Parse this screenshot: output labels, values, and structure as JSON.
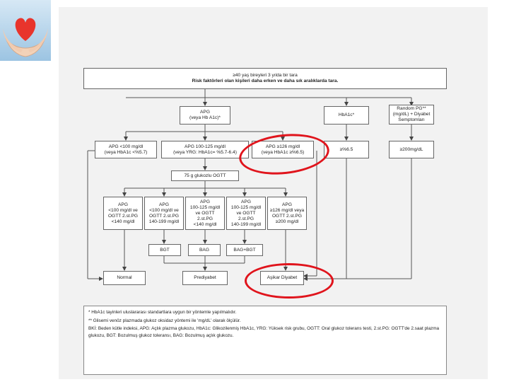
{
  "top": {
    "line1": "≥40 yaş bireyleri 3 yılda bir tara",
    "line2": "Risk faktörleri olan kişileri daha erken ve daha sık aralıklarda tara."
  },
  "apg_box": {
    "line1": "APG",
    "line2": "(veya Hb A1c)*"
  },
  "hba1c_box": "HbA1c*",
  "random_box": {
    "line1": "Random PG**",
    "line2": "(mg/dL) + Diyabet",
    "line3": "Semptomları"
  },
  "row2": {
    "apg_lt100": {
      "line1": "APG <100 mg/dl",
      "line2": "(veya HbA1c <%5.7)"
    },
    "apg_100_125": {
      "line1": "APG 100-125 mg/dl",
      "line2": "(veya YRG: HbA1c= %5.7-6.4)"
    },
    "apg_ge126": {
      "line1": "APG ≥126 mg/dl",
      "line2": "(veya HbA1c ≥%6.5)"
    },
    "hba1c_ge": "≥%6.5",
    "random_ge": "≥200mg/dL"
  },
  "ogtt_box": "75 g glukozlu OGTT",
  "row4": [
    {
      "line1": "APG",
      "line2": "<100 mg/dl ve",
      "line3": "OGTT 2.st.PG",
      "line4": "<140 mg/dl"
    },
    {
      "line1": "APG",
      "line2": "<100 mg/dl ve",
      "line3": "OGTT 2.st.PG",
      "line4": "140-199 mg/dl"
    },
    {
      "line1": "APG",
      "line2": "100-125 mg/dl",
      "line3": "ve OGTT 2.st.PG",
      "line4": "<140 mg/dl"
    },
    {
      "line1": "APG",
      "line2": "100-125 mg/dl",
      "line3": "ve OGTT 2.st.PG",
      "line4": "140-199 mg/dl"
    },
    {
      "line1": "APG",
      "line2": "≥126 mg/dl veya",
      "line3": "OGTT 2.st.PG",
      "line4": "≥200 mg/dl"
    }
  ],
  "row5": {
    "bgt": "BGT",
    "bag": "BAG",
    "bag_bgt": "BAG+BGT"
  },
  "row6": {
    "normal": "Normal",
    "prediyabet": "Prediyabet",
    "asikar": "Aşikar Diyabet"
  },
  "notes": {
    "n1": "* HbA1c tayinleri uluslararası standartlara uygun bir yöntemle yapılmalıdır.",
    "n2": "** Glisemi venöz plazmada glukoz oksidaz yöntemi ile 'mg/dL' olarak ölçülür.",
    "n3": "BKİ: Beden kütle indeksi, APG: Açlık plazma glukozu, HbA1c: Glikozilenmiş HbA1c, YRG: Yüksek risk grubu, OGTT: Oral glukoz tolerans testi, 2.st.PG: OGTT'de 2.saat plazma glukozu, BGT: Bozulmuş glukoz toleransı, BAG: Bozulmuş açlık glukozu."
  },
  "colors": {
    "highlight": "#e0141c",
    "logo_bg": "#9cc4e2",
    "heart": "#e8342c"
  }
}
